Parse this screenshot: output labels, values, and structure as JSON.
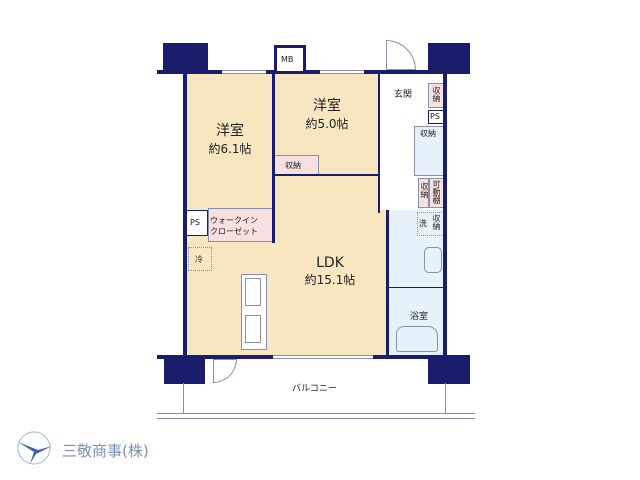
{
  "rooms": {
    "western1": {
      "name": "洋室",
      "size": "約6.1帖"
    },
    "western2": {
      "name": "洋室",
      "size": "約5.0帖"
    },
    "ldk": {
      "name": "LDK",
      "size": "約15.1帖"
    },
    "entrance": "玄関",
    "bath": "浴室",
    "balcony": "バルコニー",
    "wic": "ウォークイン\nクローゼット",
    "mb": "MB",
    "ps1": "PS",
    "ps2": "PS",
    "storage1": "収納",
    "storage2": "収納",
    "storage3": "収納",
    "storage4": "収納",
    "storage5": "収納",
    "shelf": "可動棚",
    "wash": "洗",
    "fridge": "冷"
  },
  "company": "三敬商事(株)",
  "colors": {
    "wall": "#1a1d6b",
    "room": "#f7e6bf",
    "wet": "#e6f1fa",
    "storage": "#f6e0e0"
  }
}
